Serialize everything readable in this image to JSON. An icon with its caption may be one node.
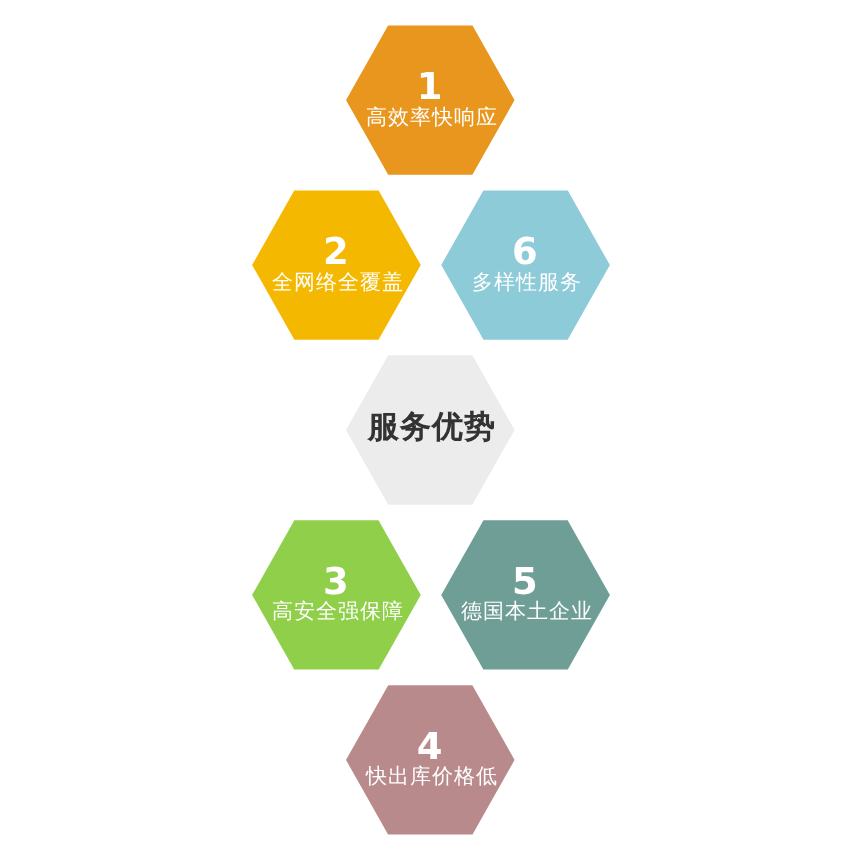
{
  "diagram": {
    "nodes": [
      {
        "text": [
          "服务优势"
        ]
      },
      {
        "text": [
          "1",
          "高效率快响应"
        ]
      },
      {
        "text": [
          "2",
          "全网络全覆盖"
        ]
      },
      {
        "text": [
          "3",
          "高安全强保障"
        ]
      },
      {
        "text": [
          "4",
          "快出库价格低"
        ]
      },
      {
        "text": [
          "5",
          "德国本土企业"
        ]
      },
      {
        "text": [
          "6",
          "多样性服务"
        ]
      }
    ],
    "edges": []
  }
}
